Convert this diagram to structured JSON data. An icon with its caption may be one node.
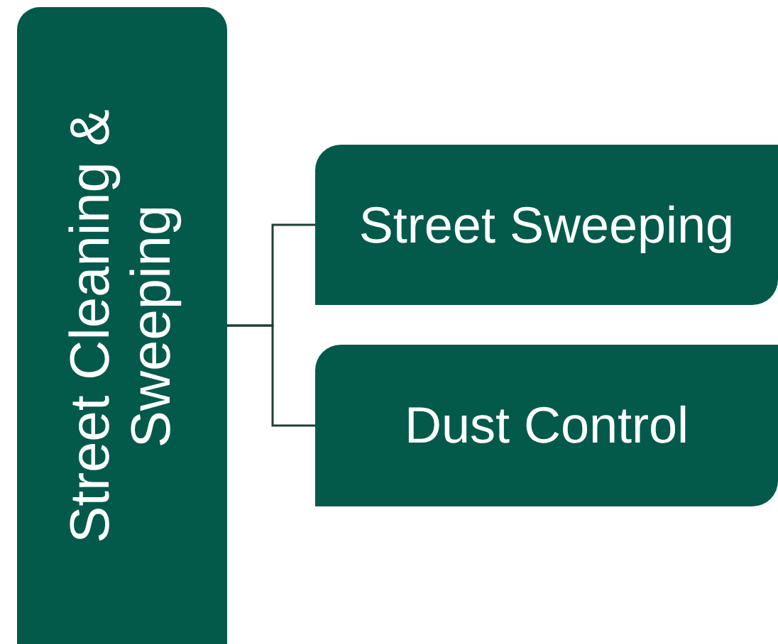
{
  "diagram": {
    "nodes": [
      {
        "text": [
          "Street Cleaning & Sweeping"
        ]
      },
      {
        "text": [
          "Street Sweeping"
        ]
      },
      {
        "text": [
          "Dust Control"
        ]
      }
    ],
    "edges": [
      {
        "from": 0,
        "to": 1,
        "arrow": "none"
      },
      {
        "from": 0,
        "to": 2,
        "arrow": "none"
      }
    ]
  }
}
